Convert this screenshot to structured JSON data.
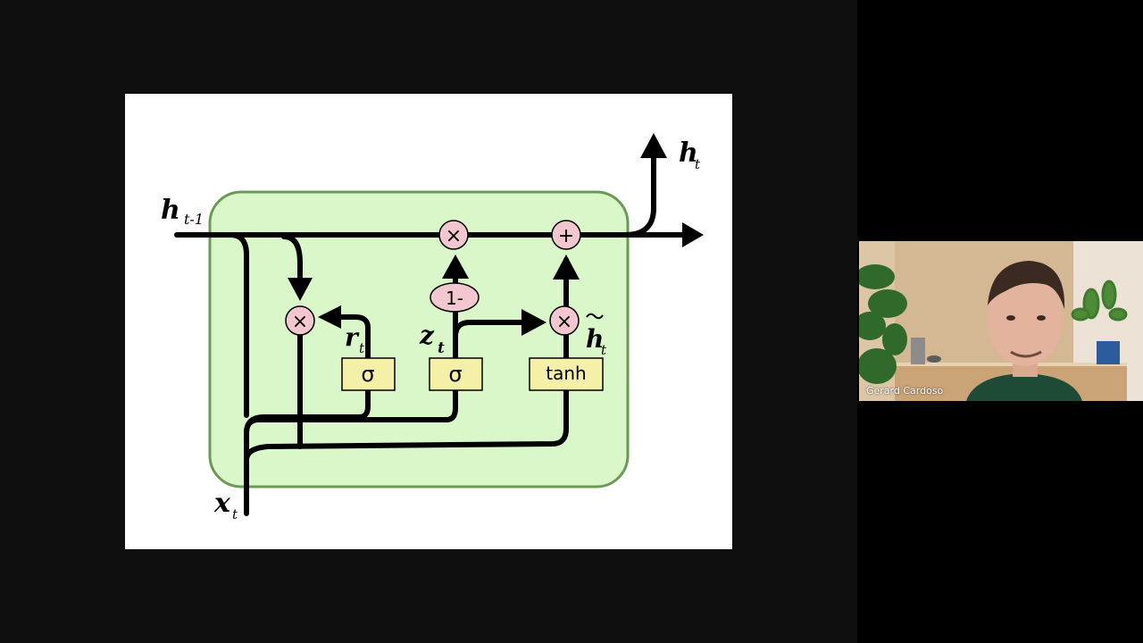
{
  "slide": {
    "labels": {
      "h_prev": "h",
      "h_prev_sub": "t-1",
      "h_out": "h",
      "h_out_sub": "t",
      "x": "x",
      "x_sub": "t",
      "r": "r",
      "r_sub": "t",
      "z": "z",
      "z_sub": "t",
      "h_tilde": "h",
      "h_tilde_sub": "t"
    },
    "ops": {
      "mult_top": "×",
      "plus_top": "+",
      "mult_reset": "×",
      "mult_update": "×",
      "one_minus": "1-"
    },
    "gates": {
      "reset_sigma": "σ",
      "update_sigma": "σ",
      "candidate_tanh": "tanh"
    },
    "colors": {
      "cell_fill": "#d9f7c8",
      "cell_border": "#6a9a55",
      "op_fill": "#f3c7cf",
      "gate_fill": "#f4f0a8",
      "line": "#000000"
    }
  },
  "participant": {
    "name": "Gerard Cardoso"
  }
}
